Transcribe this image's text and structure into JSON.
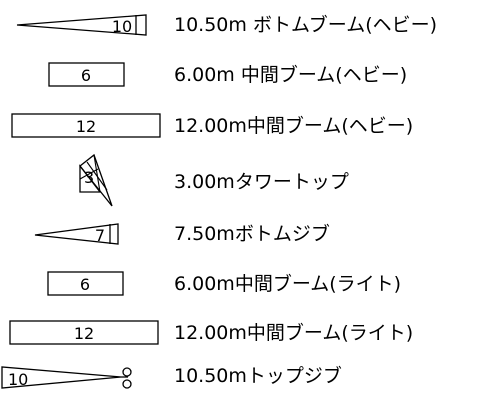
{
  "legend": {
    "items": [
      {
        "symbol": "bottom-boom-wedge",
        "number": "10",
        "label": "10.50m ボトムブーム(ヘビー)"
      },
      {
        "symbol": "box-short",
        "number": "6",
        "label": "6.00m 中間ブーム(ヘビー)"
      },
      {
        "symbol": "box-long",
        "number": "12",
        "label": "12.00m中間ブーム(ヘビー)"
      },
      {
        "symbol": "tower-top",
        "number": "3",
        "label": "3.00mタワートップ"
      },
      {
        "symbol": "bottom-jib-wedge",
        "number": "7",
        "label": "7.50mボトムジブ"
      },
      {
        "symbol": "box-short",
        "number": "6",
        "label": "6.00m中間ブーム(ライト)"
      },
      {
        "symbol": "box-long",
        "number": "12",
        "label": "12.00m中間ブーム(ライト)"
      },
      {
        "symbol": "top-jib-wedge",
        "number": "10",
        "label": "10.50mトップジブ"
      }
    ]
  }
}
